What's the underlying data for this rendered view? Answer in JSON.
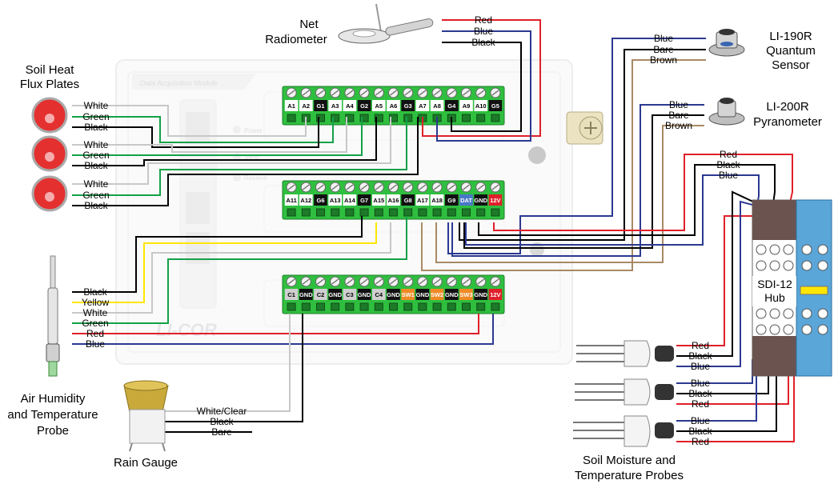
{
  "colors": {
    "red": "#e0202a",
    "blue": "#2b3990",
    "black": "#000000",
    "green": "#14a04a",
    "white_wire": "#c8c8c8",
    "yellow": "#ffe600",
    "brown": "#a88a64",
    "terminal_green": "#2fbf3f",
    "sdi_blue": "#5aa6d8"
  },
  "board": {
    "title": "Data Acquisition Module",
    "logo": "LI-COR",
    "leds": [
      "Power",
      "Send",
      "Receive"
    ]
  },
  "terminals": {
    "block1": [
      "A1",
      "A2",
      "G1",
      "A3",
      "A4",
      "G2",
      "A5",
      "A6",
      "G3",
      "A7",
      "A8",
      "G4",
      "A9",
      "A10",
      "G5"
    ],
    "block2": [
      "A11",
      "A12",
      "G6",
      "A13",
      "A14",
      "G7",
      "A15",
      "A16",
      "G8",
      "A17",
      "A18",
      "G9",
      "DAT",
      "GND",
      "12V"
    ],
    "block3": [
      "C1",
      "GND",
      "C2",
      "GND",
      "C3",
      "GND",
      "C4",
      "GND",
      "SW1",
      "GND",
      "SW2",
      "GND",
      "SW3",
      "GND",
      "12V"
    ]
  },
  "sensors": {
    "net_radiometer": {
      "name_line1": "Net",
      "name_line2": "Radiometer",
      "wires": [
        "Red",
        "Blue",
        "Black"
      ]
    },
    "li190r": {
      "name_line1": "LI-190R",
      "name_line2": "Quantum",
      "name_line3": "Sensor",
      "wires": [
        "Blue",
        "Bare",
        "Brown"
      ]
    },
    "li200r": {
      "name_line1": "LI-200R",
      "name_line2": "Pyranometer",
      "wires": [
        "Blue",
        "Bare",
        "Brown"
      ]
    },
    "soil_heat_flux": {
      "name_line1": "Soil Heat",
      "name_line2": "Flux Plates",
      "plates": [
        {
          "wires": [
            "White",
            "Green",
            "Black"
          ]
        },
        {
          "wires": [
            "White",
            "Green",
            "Black"
          ]
        },
        {
          "wires": [
            "White",
            "Green",
            "Black"
          ]
        }
      ]
    },
    "air_probe": {
      "name_line1": "Air Humidity",
      "name_line2": "and Temperature",
      "name_line3": "Probe",
      "wires": [
        "Black",
        "Yellow",
        "White",
        "Green",
        "Red",
        "Blue"
      ]
    },
    "rain_gauge": {
      "name": "Rain Gauge",
      "wires": [
        "White/Clear",
        "Black",
        "Bare"
      ]
    },
    "sdi12_hub": {
      "line1": "SDI-12",
      "line2": "Hub",
      "wires": [
        "Red",
        "Black",
        "Blue"
      ]
    },
    "soil_probes": {
      "name_line1": "Soil Moisture and",
      "name_line2": "Temperature Probes",
      "probes": [
        {
          "wires": [
            "Red",
            "Black",
            "Blue"
          ]
        },
        {
          "wires": [
            "Blue",
            "Black",
            "Red"
          ]
        },
        {
          "wires": [
            "Blue",
            "Black",
            "Red"
          ]
        }
      ]
    }
  }
}
